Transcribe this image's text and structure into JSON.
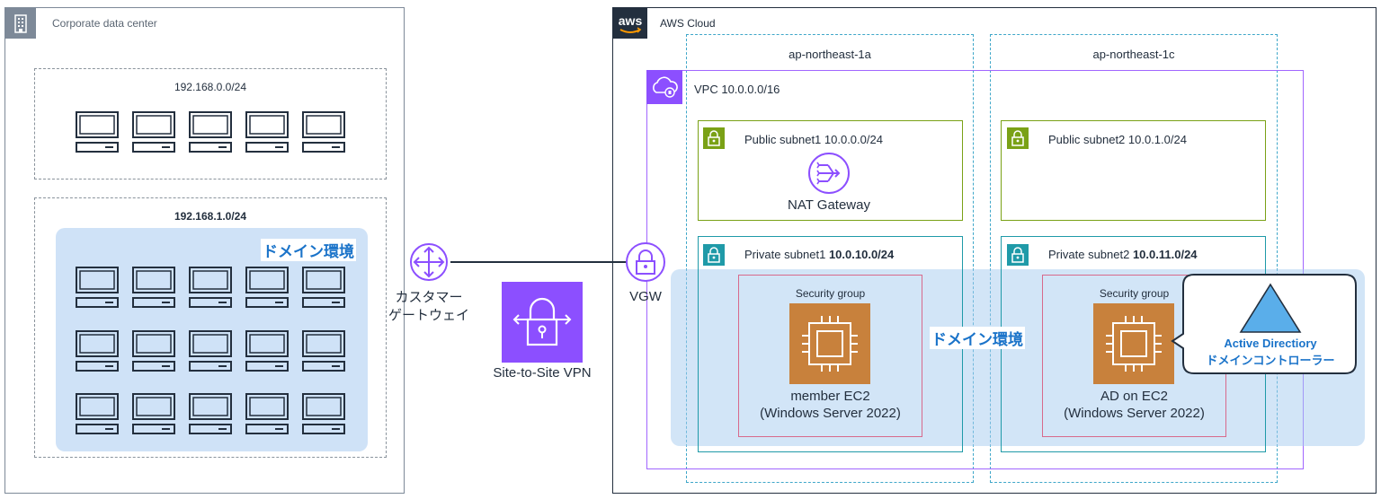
{
  "corporate": {
    "title": "Corporate data center",
    "subnet1_cidr": "192.168.0.0/24",
    "subnet2_cidr": "192.168.1.0/24",
    "domain_label": "ドメイン環境"
  },
  "customer_gateway": {
    "label_line1": "カスタマー",
    "label_line2": "ゲートウェイ"
  },
  "vpn": {
    "label": "Site-to-Site VPN"
  },
  "vgw": {
    "label": "VGW"
  },
  "aws": {
    "title": "AWS Cloud",
    "az1": "ap-northeast-1a",
    "az2": "ap-northeast-1c",
    "vpc": "VPC 10.0.0.0/16",
    "public1": "Public subnet1 10.0.0.0/24",
    "public2": "Public subnet2 10.0.1.0/24",
    "private1_prefix": "Private subnet1 ",
    "private1_cidr": "10.0.10.0/24",
    "private2_prefix": "Private subnet2 ",
    "private2_cidr": "10.0.11.0/24",
    "nat_label": "NAT Gateway",
    "domain_label": "ドメイン環境",
    "sg1": "Security group",
    "sg2": "Security group",
    "ec2_member_line1": "member EC2",
    "ec2_member_line2": "(Windows Server 2022)",
    "ec2_ad_line1": "AD on EC2",
    "ec2_ad_line2": "(Windows Server 2022)",
    "callout_line1": "Active Directiory",
    "callout_line2": "ドメインコントローラー"
  },
  "colors": {
    "purple": "#8c4fff",
    "vpc_border": "#a166ff",
    "public_subnet": "#7aa116",
    "private_subnet": "#1f9aa8",
    "security_group": "#d86a8c",
    "ec2": "#c8813c",
    "domain_fill": "#cfe2f7",
    "domain_text": "#1a73c9",
    "triangle": "#5aaeea"
  },
  "icons": [
    "building-icon",
    "aws-logo",
    "vpc-cloud-icon",
    "lock-icon",
    "router-icon",
    "nat-gateway-icon",
    "vpn-icon",
    "ec2-chip-icon",
    "desktop-pc-icon",
    "triangle-icon"
  ]
}
